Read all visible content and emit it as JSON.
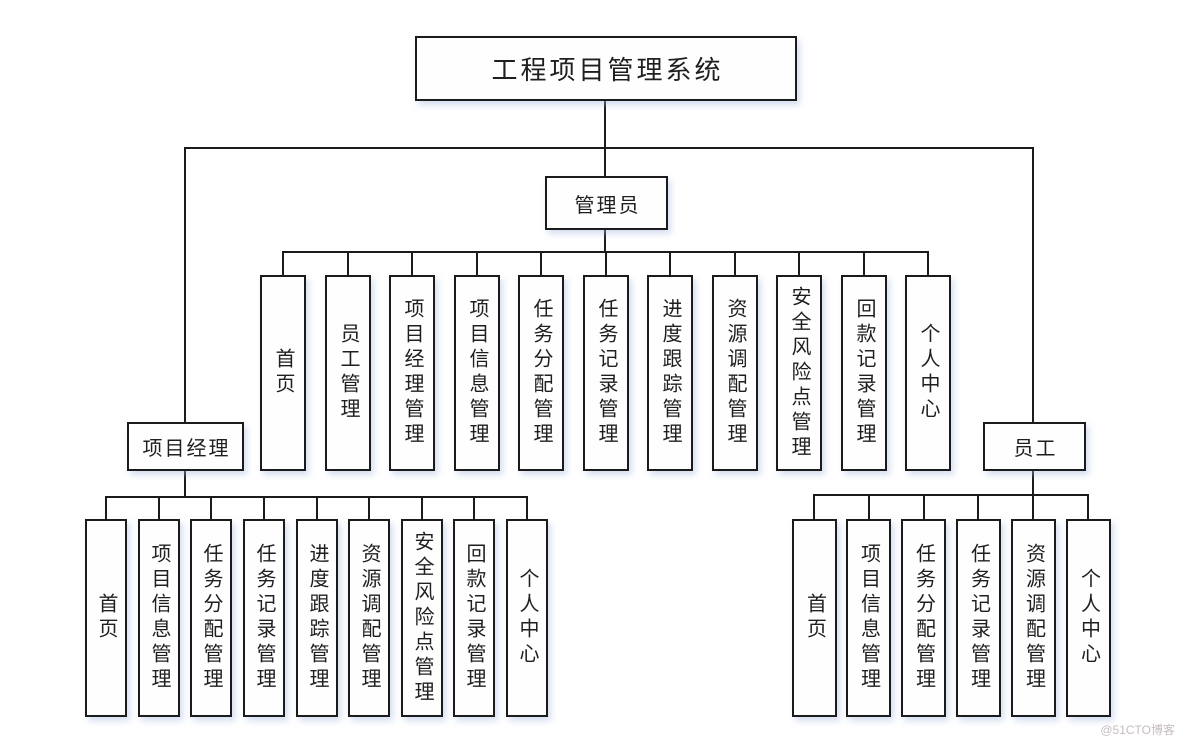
{
  "diagram": {
    "title": "工程项目管理系统",
    "root": {
      "label": "工程项目管理系统"
    },
    "branches": [
      {
        "id": "pm",
        "label": "项目经理",
        "children": [
          "首页",
          "项目信息管理",
          "任务分配管理",
          "任务记录管理",
          "进度跟踪管理",
          "资源调配管理",
          "安全风险点管理",
          "回款记录管理",
          "个人中心"
        ]
      },
      {
        "id": "admin",
        "label": "管理员",
        "children": [
          "首页",
          "员工管理",
          "项目经理管理",
          "项目信息管理",
          "任务分配管理",
          "任务记录管理",
          "进度跟踪管理",
          "资源调配管理",
          "安全风险点管理",
          "回款记录管理",
          "个人中心"
        ]
      },
      {
        "id": "emp",
        "label": "员工",
        "children": [
          "首页",
          "项目信息管理",
          "任务分配管理",
          "任务记录管理",
          "资源调配管理",
          "个人中心"
        ]
      }
    ]
  },
  "watermark": "@51CTO博客",
  "colors": {
    "line": "#1b1b1b",
    "box_bg": "#fefefe",
    "text": "#1f1f1f",
    "watermark": "#c7bdbe"
  }
}
